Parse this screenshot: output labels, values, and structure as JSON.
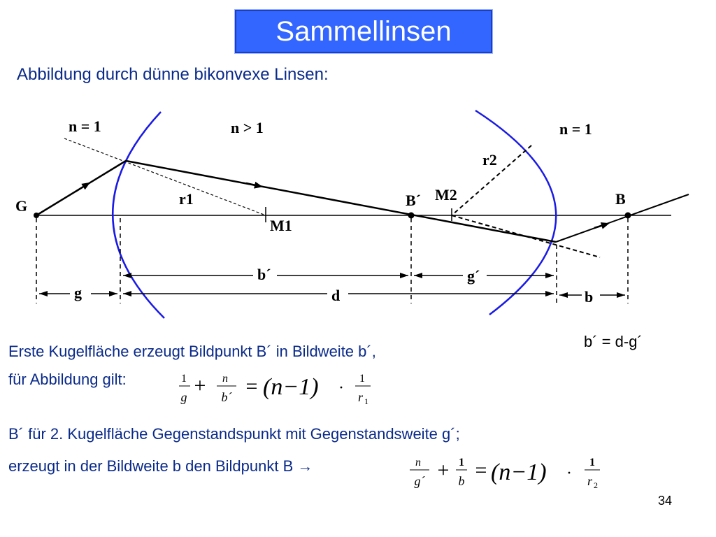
{
  "title": "Sammellinsen",
  "subtitle": "Abbildung durch dünne bikonvexe Linsen:",
  "diagram": {
    "labels": {
      "n_left": "n = 1",
      "n_middle": "n > 1",
      "n_right": "n = 1",
      "G": "G",
      "r1": "r1",
      "M1": "M1",
      "B_prime": "B´",
      "M2": "M2",
      "r2": "r2",
      "B": "B",
      "b_prime": "b´",
      "g": "g",
      "d": "d",
      "g_prime": "g´",
      "b": "b"
    },
    "colors": {
      "lens": "#1a1ae6",
      "lines": "#000000"
    }
  },
  "relation": "b´ = d-g´",
  "line1": "Erste Kugelfläche erzeugt Bildpunkt B´ in Bildweite b´,",
  "line2": "für Abbildung gilt:",
  "line3": "B´ für 2. Kugelfläche Gegenstandspunkt mit Gegenstandsweite g´;",
  "line4": "erzeugt in der Bildweite b den Bildpunkt B →",
  "formula1": {
    "one": "1",
    "g": "g",
    "n": "n",
    "b_prime": "b´",
    "plus": "+",
    "equals": "=",
    "n_minus_1": "(n−1)",
    "dot": "·",
    "r1": "r",
    "r1_sub": "1"
  },
  "formula2": {
    "n": "n",
    "g_prime": "g´",
    "plus": "+",
    "one": "1",
    "b": "b",
    "equals": "=",
    "n_minus_1": "(n−1)",
    "dot": "·",
    "r2": "r",
    "r2_sub": "2"
  },
  "page_number": "34"
}
